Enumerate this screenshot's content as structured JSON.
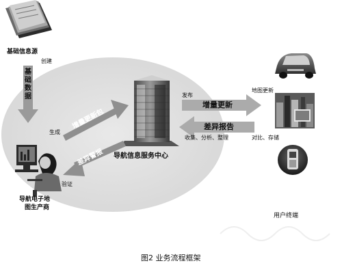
{
  "nodes": {
    "source": "基础信息源",
    "center": "导航信息服务中心",
    "producer_line1": "导航电子地",
    "producer_line2": "图生产商",
    "terminal": "用户终端"
  },
  "edges": {
    "create": "创建",
    "basic_data": "基础数据",
    "generate": "生成",
    "increment_package": "增量更新包",
    "diff_alarm": "差异警报",
    "verify": "验证",
    "publish": "发布",
    "increment_update": "增量更新",
    "diff_report": "差异报告",
    "collect": "收集、分析、整理",
    "map_update": "地图更新",
    "compare": "对比、存储"
  },
  "caption": "图2  业务流程框架",
  "icons": [
    "documents-icon",
    "building-icon",
    "worker-computer-icon",
    "car-icon",
    "city-terminal-icon",
    "phone-icon"
  ]
}
